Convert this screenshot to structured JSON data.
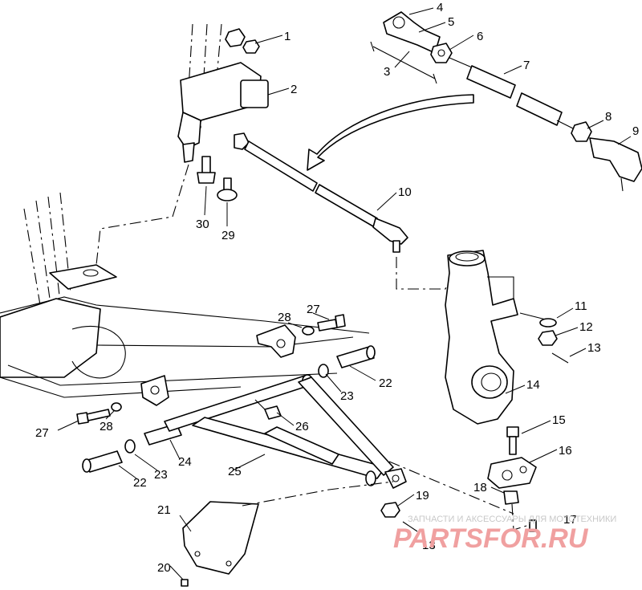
{
  "callouts": [
    {
      "id": "c1",
      "label": "1"
    },
    {
      "id": "c2",
      "label": "2"
    },
    {
      "id": "c3",
      "label": "3"
    },
    {
      "id": "c4",
      "label": "4"
    },
    {
      "id": "c5",
      "label": "5"
    },
    {
      "id": "c6",
      "label": "6"
    },
    {
      "id": "c7",
      "label": "7"
    },
    {
      "id": "c8",
      "label": "8"
    },
    {
      "id": "c9",
      "label": "9"
    },
    {
      "id": "c10",
      "label": "10"
    },
    {
      "id": "c11",
      "label": "11"
    },
    {
      "id": "c12",
      "label": "12"
    },
    {
      "id": "c13a",
      "label": "13"
    },
    {
      "id": "c14",
      "label": "14"
    },
    {
      "id": "c15",
      "label": "15"
    },
    {
      "id": "c16",
      "label": "16"
    },
    {
      "id": "c17",
      "label": "17"
    },
    {
      "id": "c18",
      "label": "18"
    },
    {
      "id": "c19",
      "label": "19"
    },
    {
      "id": "c13b",
      "label": "13"
    },
    {
      "id": "c20",
      "label": "20"
    },
    {
      "id": "c21",
      "label": "21"
    },
    {
      "id": "c22a",
      "label": "22"
    },
    {
      "id": "c23a",
      "label": "23"
    },
    {
      "id": "c22b",
      "label": "22"
    },
    {
      "id": "c23b",
      "label": "23"
    },
    {
      "id": "c24",
      "label": "24"
    },
    {
      "id": "c25",
      "label": "25"
    },
    {
      "id": "c26",
      "label": "26"
    },
    {
      "id": "c27a",
      "label": "27"
    },
    {
      "id": "c28a",
      "label": "28"
    },
    {
      "id": "c27b",
      "label": "27"
    },
    {
      "id": "c28b",
      "label": "28"
    },
    {
      "id": "c29",
      "label": "29"
    },
    {
      "id": "c30",
      "label": "30"
    }
  ],
  "watermark": {
    "tagline": "ЗАПЧАСТИ И АКСЕССУАРЫ ДЛЯ МОТОТЕХНИКИ",
    "brand": "PARTSFOR.RU"
  }
}
